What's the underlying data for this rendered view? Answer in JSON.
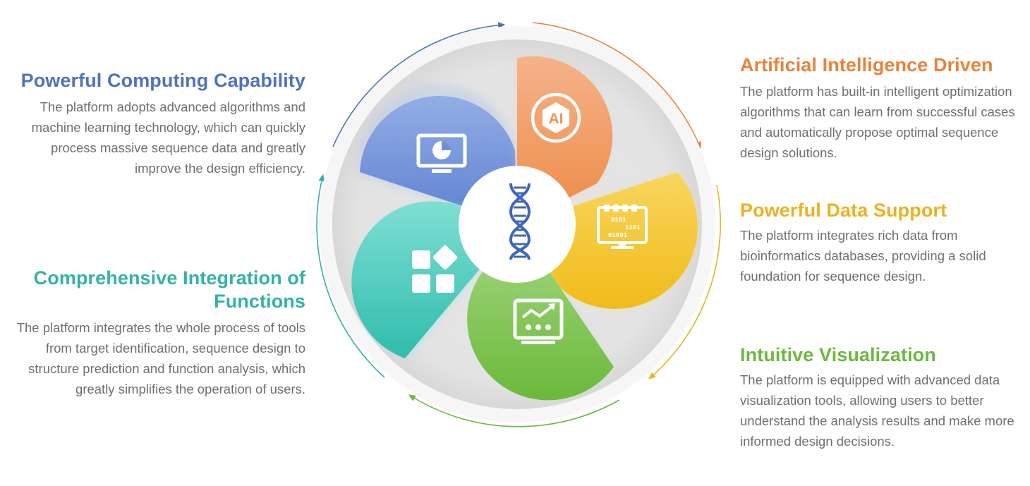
{
  "features": {
    "computing": {
      "title": "Powerful Computing Capability",
      "text": "The platform adopts advanced algorithms and machine learning technology, which can quickly process massive sequence data and greatly improve the design efficiency.",
      "color": "#4d73c0",
      "icon": "monitor-pie-chart-icon"
    },
    "integration": {
      "title": "Comprehensive Integration of Functions",
      "text": "The platform integrates the whole process of tools from target identification, sequence design to structure prediction and function analysis, which greatly simplifies the operation of users.",
      "color": "#33b2a6",
      "icon": "function-blocks-icon"
    },
    "ai": {
      "title": "Artificial Intelligence Driven",
      "text": "The platform has built-in intelligent optimization algorithms that can learn from successful cases and automatically propose optimal sequence design solutions.",
      "color": "#e8823c",
      "icon": "ai-chip-icon"
    },
    "data": {
      "title": "Powerful Data Support",
      "text": "The platform integrates rich data from bioinformatics databases, providing a solid foundation for sequence design.",
      "color": "#ebb21f",
      "icon": "binary-data-monitor-icon"
    },
    "visualization": {
      "title": "Intuitive Visualization",
      "text": "The platform is equipped with advanced data visualization tools, allowing users to better understand the analysis results and make more informed design decisions.",
      "color": "#6cb83f",
      "icon": "trend-chart-icon"
    }
  },
  "center": {
    "icon": "dna-helix-icon",
    "color": "#3e67b8"
  },
  "icon_labels": {
    "ai": "AI",
    "binary_rows": [
      "0101",
      "1101",
      "01001"
    ]
  }
}
